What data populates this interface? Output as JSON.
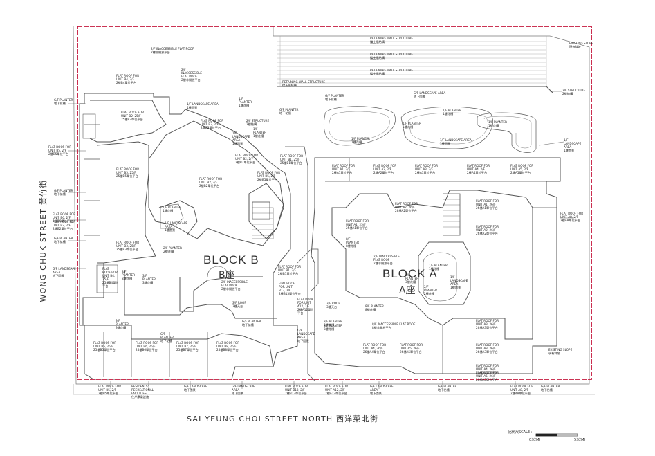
{
  "streets": {
    "bottom": "SAI YEUNG CHOI STREET NORTH  西洋菜北街",
    "left": "WONG CHUK STREET  黃竹街"
  },
  "blocks": {
    "b_title": "BLOCK B",
    "b_zh": "B座",
    "a_title": "BLOCK A",
    "a_zh": "A座"
  },
  "scale": {
    "label": "比例尺SCALE :",
    "zero": "0米(M)",
    "five": "5米(M)"
  },
  "colors": {
    "site_boundary": "#c4173d",
    "walls": "#555555",
    "ink": "#222222"
  },
  "labels": [
    {
      "id": "inaccessible-roof-top",
      "text": "2/F INACCESSIBLE FLAT ROOF\n2樓非開放平台"
    },
    {
      "id": "flat-roof-b4-2f",
      "text": "FLAT ROOF FOR\nUNIT B4, 2/F\n2樓B4單位平台"
    },
    {
      "id": "inaccessible-roof-b",
      "text": "2/F\nINACCESSIBLE\nFLAT ROOF\n2樓非開放平台"
    },
    {
      "id": "gf-planter-1",
      "text": "G/F PLANTER\n地下花槽"
    },
    {
      "id": "flat-roof-b2-2f-left",
      "text": "FLAT ROOF FOR\nUNIT B2, 25/F\n25樓B2單位平台"
    },
    {
      "id": "flat-roof-b5-2f-left",
      "text": "FLAT ROOF FOR\nUNIT B5, 2/F\n2樓B5單位平台"
    },
    {
      "id": "flat-roof-b5-25f-left",
      "text": "FLAT ROOF FOR\nUNIT B5, 25/F\n25樓B5單位平台"
    },
    {
      "id": "gf-planter-2",
      "text": "G/F PLANTER\n地下花槽"
    },
    {
      "id": "flat-roof-b6-2f",
      "text": "FLAT ROOF FOR\nUNIT B6, 2/F\n2樓B6單位平台"
    },
    {
      "id": "flat-roof-b2-2f-left2",
      "text": "FLAT ROOF FOR\nUNIT B2, 2/F\n2樓B2單位平台"
    },
    {
      "id": "gf-planter-3",
      "text": "G/F PLANTER\n地下花槽"
    },
    {
      "id": "flat-roof-b3-25f",
      "text": "FLAT ROOF FOR\nUNIT B3, 25/F\n25樓B3單位平台"
    },
    {
      "id": "gf-landscape-left",
      "text": "G/F LANDSCAPE\nAREA\n地下園景"
    },
    {
      "id": "1f-landscape-area-top",
      "text": "1/F LANDSCAPE AREA\n1樓園景"
    },
    {
      "id": "1f-planter-top",
      "text": "1/F\nPLANTER\n1樓花槽"
    },
    {
      "id": "flat-roof-b3-2f",
      "text": "FLAT ROOF FOR\nUNIT B3, 2/F\n2樓B3單位平台"
    },
    {
      "id": "2f-structure-b",
      "text": "2/F STRUCTURE\n2樓結構"
    },
    {
      "id": "1f-landscape-b",
      "text": "1/F\nLANDSCAPE\nAREA\n1樓園景"
    },
    {
      "id": "1f-planter-b",
      "text": "1/F\nPLANTER\n1樓花槽"
    },
    {
      "id": "flat-roof-b2-2f-mid",
      "text": "FLAT ROOF FOR\nUNIT B2, 2/F\n2樓B2單位平台"
    },
    {
      "id": "flat-roof-b2-2f-diag",
      "text": "FLAT ROOF FOR\nUNIT B2, 2/F\n2樓B2單位平台"
    },
    {
      "id": "flat-roof-b5-2f-diag",
      "text": "FLAT ROOF FOR\nUNIT B5, 2/F\n2樓B5單位平台"
    },
    {
      "id": "flat-roof-b1-25f",
      "text": "FLAT ROOF FOR\nUNIT B1, 25/F\n25樓B1單位平台"
    },
    {
      "id": "1f-planter-b-inner",
      "text": "1/F PLANTER\n1樓花槽"
    },
    {
      "id": "1f-landscape-b-inner",
      "text": "1/F LANDSCAPE\nAREA\n1樓園景"
    },
    {
      "id": "2f-planter-b",
      "text": "2/F PLANTER\n2樓花槽"
    },
    {
      "id": "flat-roof-b4-25f",
      "text": "FLAT\nROOF FOR\nUNIT B4,\n25/F\n25樓B4單位\n平台"
    },
    {
      "id": "3f-planter-b",
      "text": "3/F\nPLANTER\n3樓花槽"
    },
    {
      "id": "8f-planter-b",
      "text": "8/F\nPLANTER\n8樓花槽"
    },
    {
      "id": "inaccessible-roof-b-center",
      "text": "2/F INACCESSIBLE\nFLAT ROOF\n2樓非開放平台"
    },
    {
      "id": "3f-roof-b",
      "text": "3/F ROOF\n3樓天台"
    },
    {
      "id": "9f-planter-b",
      "text": "9/F\nPLANTER\n9樓花槽"
    },
    {
      "id": "flat-roof-b5-25f-bottom",
      "text": "FLAT ROOF FOR\nUNIT B5, 25/F\n25樓B5單位平台"
    },
    {
      "id": "flat-roof-b6-25f",
      "text": "FLAT ROOF FOR\nUNIT B6, 25/F\n25樓B6單位平台"
    },
    {
      "id": "flat-roof-b7-25f",
      "text": "FLAT ROOF FOR\nUNIT B7, 25/F\n25樓B7單位平台"
    },
    {
      "id": "flat-roof-b8-25f",
      "text": "FLAT ROOF FOR\nUNIT B8, 25/F\n25樓B8單位平台"
    },
    {
      "id": "gf-planter-b-center",
      "text": "G/F PLANTER\n地下花槽"
    },
    {
      "id": "flat-roof-b1-2f",
      "text": "FLAT ROOF FOR\nUNIT B1, 2/F\n2樓B1單位平台"
    },
    {
      "id": "flat-roof-b13-2f",
      "text": "FLAT ROOF\nFOR UNIT\nB13, 2/F\n2樓B13單位平台"
    },
    {
      "id": "flat-roof-a12-2f",
      "text": "FLAT ROOF\nFOR UNIT\nA12, 2/F\n2樓A12單位\n平台"
    },
    {
      "id": "gf-landscape-mid",
      "text": "G/F\nLANDSCAPE\nAREA\n地下園景"
    },
    {
      "id": "3f-planter-a",
      "text": "3/F PLANTER\n3樓花槽"
    },
    {
      "id": "retaining-wall-1",
      "text": "RETAINING WALL STRUCTURE\n擋土牆結構"
    },
    {
      "id": "retaining-wall-2",
      "text": "RETAINING WALL STRUCTURE\n擋土牆結構"
    },
    {
      "id": "retaining-wall-3",
      "text": "RETAINING WALL STRUCTURE\n擋土牆結構"
    },
    {
      "id": "retaining-wall-4",
      "text": "RETAINING WALL STRUCTURE\n擋土牆結構"
    },
    {
      "id": "gf-planter-top-mid",
      "text": "G/F PLANTER\n地下花槽"
    },
    {
      "id": "gf-planter-top-mid2",
      "text": "G/F PLANTER\n地下花槽"
    },
    {
      "id": "gf-landscape-top",
      "text": "G/F LANDSCAPE AREA\n地下園景"
    },
    {
      "id": "2f-structure-right",
      "text": "2/F STRUCTURE\n2樓結構"
    },
    {
      "id": "existing-slope-top",
      "text": "EXISTING SLOPE\n現有斜坡"
    },
    {
      "id": "1f-planter-top-a",
      "text": "1/F PLANTER\n1樓花槽"
    },
    {
      "id": "1f-planter-top-a2",
      "text": "1/F PLANTER\n1樓花槽"
    },
    {
      "id": "1f-planter-top-a3",
      "text": "1/F PLANTER\n1樓花槽"
    },
    {
      "id": "1f-planter-a-left",
      "text": "1/F PLANTER\n1樓花槽"
    },
    {
      "id": "1f-landscape-a",
      "text": "1/F LANDSCAPE AREA\n1樓園景"
    },
    {
      "id": "1f-landscape-right",
      "text": "1/F\nLANDSCAPE\nAREA\n1樓園景"
    },
    {
      "id": "flat-roof-a1-2f",
      "text": "FLAT ROOF FOR\nUNIT A1, 2/F\n2樓A1單位平台"
    },
    {
      "id": "flat-roof-a2-2f",
      "text": "FLAT ROOF FOR\nUNIT A2, 2/F\n2樓A2單位平台"
    },
    {
      "id": "flat-roof-a3-2f",
      "text": "FLAT ROOF FOR\nUNIT A3, 2/F\n2樓A3單位平台"
    },
    {
      "id": "flat-roof-a4-2f",
      "text": "FLAT ROOF FOR\nUNIT A4, 2/F\n2樓A4單位平台"
    },
    {
      "id": "flat-roof-a5-2f",
      "text": "FLAT ROOF FOR\nUNIT A5, 2/F\n2樓A5單位平台"
    },
    {
      "id": "flat-roof-a1-25f",
      "text": "FLAT ROOF FOR\nUNIT A1, 25/F\n25樓A1單位平台"
    },
    {
      "id": "flat-roof-a2-26f",
      "text": "FLAT ROOF FOR\nUNIT A2, 26/F\n26樓A2單位平台"
    },
    {
      "id": "flat-roof-a1-26f",
      "text": "FLAT ROOF FOR\nUNIT A1, 26/F\n26樓A1單位平台"
    },
    {
      "id": "flat-roof-a2-26f-b",
      "text": "FLAT ROOF FOR\nUNIT A2, 26/F\n26樓A2單位平台"
    },
    {
      "id": "flat-roof-a8-2f-right",
      "text": "FLAT ROOF FOR\nUNIT A8, 2/F\n2樓A8單位平台"
    },
    {
      "id": "8f-planter-a",
      "text": "8/F\nPLANTER\n8樓花槽"
    },
    {
      "id": "inaccessible-roof-a",
      "text": "2/F INACCESSIBLE\nFLAT ROOF\n2樓非開放平台"
    },
    {
      "id": "1f-planter-a-inner",
      "text": "1/F PLANTER\n1樓花槽"
    },
    {
      "id": "3f-planter-a-inner",
      "text": "3/F\nPLANTER\n3樓花槽"
    },
    {
      "id": "1f-landscape-a-inner",
      "text": "1/F\nLANDSCAPE\nAREA\n1樓園景"
    },
    {
      "id": "2f-planter-a",
      "text": "2/F\nPLANTER\n2樓花槽"
    },
    {
      "id": "3f-roof-a",
      "text": "3/F ROOF\n3樓天台"
    },
    {
      "id": "8f-planter-a2",
      "text": "8/F PLANTER\n8樓花槽"
    },
    {
      "id": "3f-planter-a2",
      "text": "3/F PLANTER\n3樓花槽"
    },
    {
      "id": "8f-inaccessible-a",
      "text": "8/F INACCESSIBLE FLAT ROOF\n8樓非開放平台"
    },
    {
      "id": "flat-roof-a4-26f",
      "text": "FLAT ROOF FOR\nUNIT A4, 26/F\n26樓A4單位平台"
    },
    {
      "id": "flat-roof-a5-26f",
      "text": "FLAT ROOF FOR\nUNIT A5, 26/F\n26樓A5單位平台"
    },
    {
      "id": "flat-roof-a3-26f",
      "text": "FLAT ROOF FOR\nUNIT A3, 26/F\n26樓A3單位平台"
    },
    {
      "id": "flat-roof-a3-26f-b",
      "text": "FLAT ROOF FOR\nUNIT A3, 26/F\n26樓A3單位平台"
    },
    {
      "id": "existing-slope-right",
      "text": "EXISTING SLOPE\n現有斜坡"
    },
    {
      "id": "flat-roof-b5-2f-bottom",
      "text": "FLAT ROOF FOR\nUNIT B5, 2/F\n2樓B5單位平台"
    },
    {
      "id": "residents-rec",
      "text": "RESIDENTS'\nRECREATIONAL\nFACILITIES\n住戶康樂設施"
    },
    {
      "id": "gf-landscape-bottom",
      "text": "G/F LANDSCAPE\n地下園景"
    },
    {
      "id": "gf-landscape-bottom2",
      "text": "G/F LANDSCAPE\nAREA\n地下園景"
    },
    {
      "id": "flat-roof-b13-2f-bottom",
      "text": "FLAT ROOF FOR\nUNIT B13, 2/F\n2樓B13單位平台"
    },
    {
      "id": "flat-roof-a12-2f-bottom",
      "text": "FLAT ROOF FOR\nUNIT A12, 2/F\n2樓A12單位平台"
    },
    {
      "id": "gf-landscape-bottom3",
      "text": "G/F LANDSCAPE\nAREA\n地下園景"
    },
    {
      "id": "gf-planter-bottom",
      "text": "G/F PLANTER\n地下花槽"
    },
    {
      "id": "flat-roof-a8-2f-bottom",
      "text": "FLAT ROOF FOR\nUNIT A8, 2/F\n2樓A8單位平台"
    },
    {
      "id": "gf-planter-bottom2",
      "text": "G/F PLANTER\n地下花槽"
    },
    {
      "id": "flat-roof-a4-26f-b",
      "text": "FLAT ROOF FOR\nUNIT A4, 26/F\n26樓A4單位平台"
    },
    {
      "id": "flat-roof-a5-26f-b",
      "text": "FLAT ROOF FOR\nUNIT A5, 26/F\n26樓A5單位平台"
    },
    {
      "id": "gf-planter-left-bottom",
      "text": "G/F\nPLANTER\n地下花槽"
    }
  ]
}
